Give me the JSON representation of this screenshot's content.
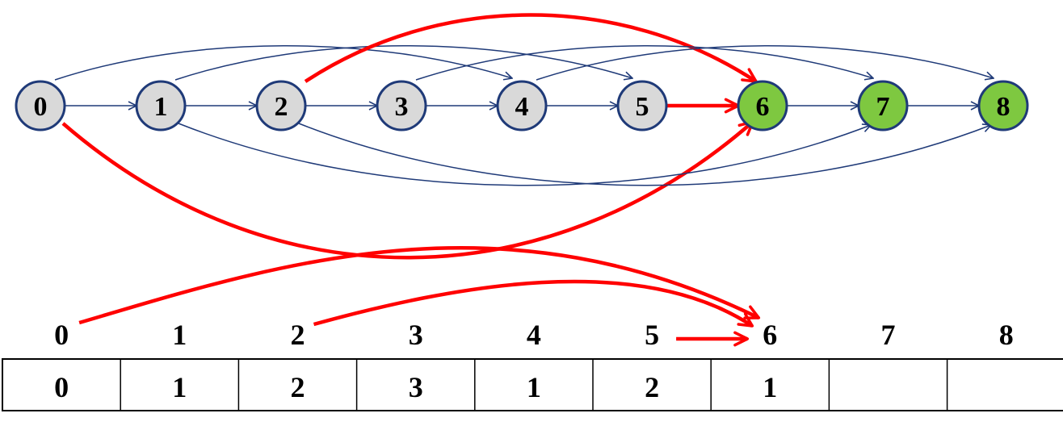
{
  "graph": {
    "nodes": [
      {
        "id": 0,
        "label": "0",
        "fill": "#d9d9d9"
      },
      {
        "id": 1,
        "label": "1",
        "fill": "#d9d9d9"
      },
      {
        "id": 2,
        "label": "2",
        "fill": "#d9d9d9"
      },
      {
        "id": 3,
        "label": "3",
        "fill": "#d9d9d9"
      },
      {
        "id": 4,
        "label": "4",
        "fill": "#d9d9d9"
      },
      {
        "id": 5,
        "label": "5",
        "fill": "#d9d9d9"
      },
      {
        "id": 6,
        "label": "6",
        "fill": "#7ec840"
      },
      {
        "id": 7,
        "label": "7",
        "fill": "#7ec840"
      },
      {
        "id": 8,
        "label": "8",
        "fill": "#7ec840"
      }
    ],
    "edges": [
      {
        "from": 0,
        "to": 1,
        "highlight": false
      },
      {
        "from": 1,
        "to": 2,
        "highlight": false
      },
      {
        "from": 2,
        "to": 3,
        "highlight": false
      },
      {
        "from": 3,
        "to": 4,
        "highlight": false
      },
      {
        "from": 4,
        "to": 5,
        "highlight": false
      },
      {
        "from": 5,
        "to": 6,
        "highlight": true
      },
      {
        "from": 6,
        "to": 7,
        "highlight": false
      },
      {
        "from": 7,
        "to": 8,
        "highlight": false
      },
      {
        "from": 0,
        "to": 4,
        "highlight": false
      },
      {
        "from": 1,
        "to": 5,
        "highlight": false
      },
      {
        "from": 2,
        "to": 6,
        "highlight": true
      },
      {
        "from": 3,
        "to": 7,
        "highlight": false
      },
      {
        "from": 4,
        "to": 8,
        "highlight": false
      },
      {
        "from": 0,
        "to": 6,
        "highlight": true
      },
      {
        "from": 1,
        "to": 7,
        "highlight": false
      },
      {
        "from": 2,
        "to": 8,
        "highlight": false
      }
    ],
    "colors": {
      "edge": "#1f3a78",
      "highlight": "#ff0000",
      "node_stroke": "#1f3a78",
      "node_text": "#000000"
    }
  },
  "array": {
    "index_labels": [
      "0",
      "1",
      "2",
      "3",
      "4",
      "5",
      "6",
      "7",
      "8"
    ],
    "values": [
      "0",
      "1",
      "2",
      "3",
      "1",
      "2",
      "1",
      "",
      ""
    ],
    "arrows": [
      {
        "from": 0,
        "to": 6
      },
      {
        "from": 2,
        "to": 6
      },
      {
        "from": 5,
        "to": 6
      }
    ]
  }
}
